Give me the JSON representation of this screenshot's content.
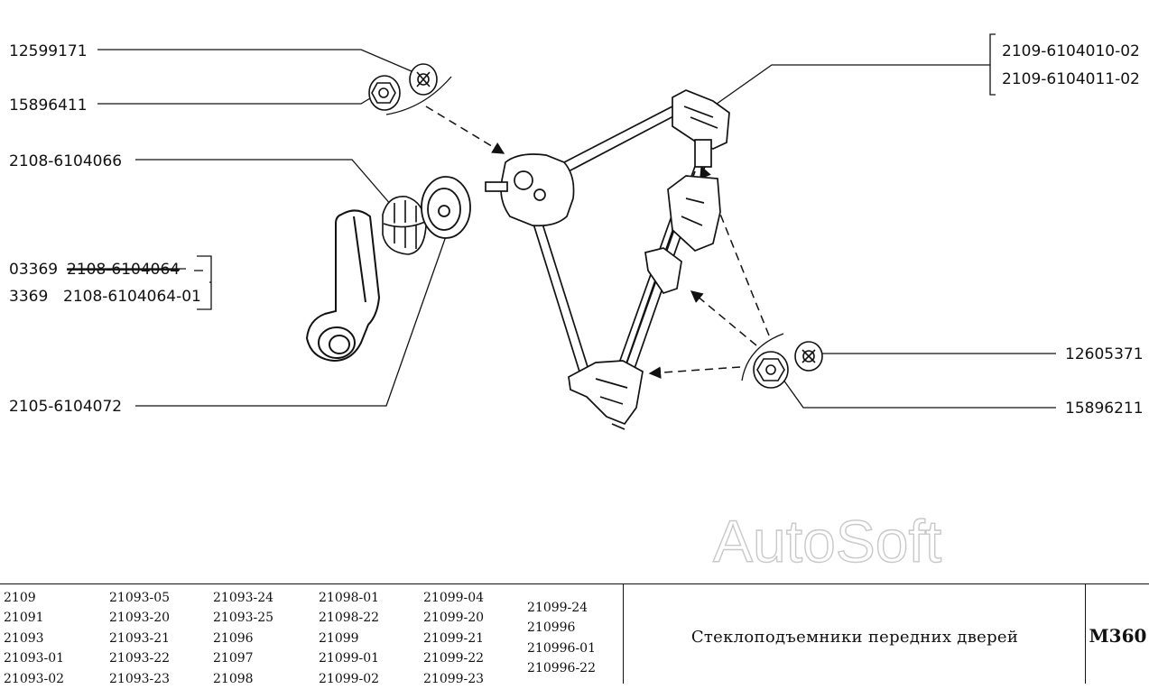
{
  "labels": {
    "l1": "12599171",
    "l2": "15896411",
    "l3": "2108-6104066",
    "l4a": "03369",
    "l4b": "2108-6104064",
    "l5a": "3369",
    "l5b": "2108-6104064-01",
    "l6": "2105-6104072",
    "r1": "2109-6104010-02",
    "r2": "2109-6104011-02",
    "r3": "12605371",
    "r4": "15896211"
  },
  "watermark": "AutoSoft",
  "footer": {
    "columns": [
      [
        "2109",
        "21091",
        "21093",
        "21093-01",
        "21093-02"
      ],
      [
        "21093-05",
        "21093-20",
        "21093-21",
        "21093-22",
        "21093-23"
      ],
      [
        "21093-24",
        "21093-25",
        "21096",
        "21097",
        "21098"
      ],
      [
        "21098-01",
        "21098-22",
        "21099",
        "21099-01",
        "21099-02"
      ],
      [
        "21099-04",
        "21099-20",
        "21099-21",
        "21099-22",
        "21099-23"
      ],
      [
        "21099-24",
        "210996",
        "210996-01",
        "210996-22"
      ]
    ],
    "title": "Стеклоподъемники передних дверей",
    "code": "M360"
  }
}
